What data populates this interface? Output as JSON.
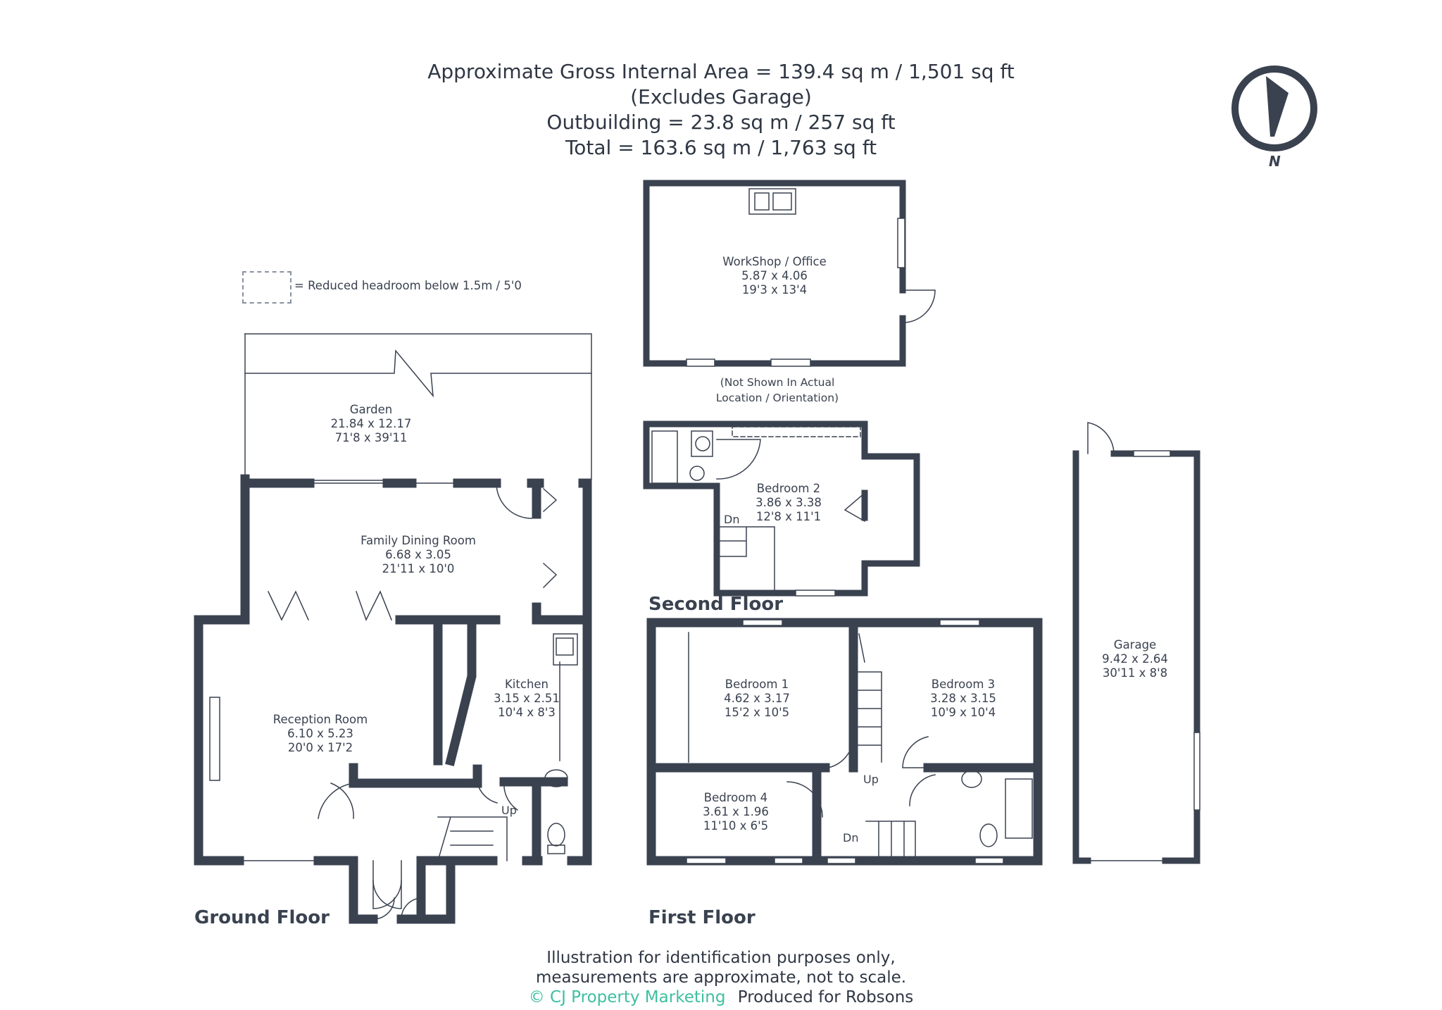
{
  "header": {
    "line1": "Approximate Gross Internal Area = 139.4 sq m / 1,501 sq ft",
    "line2": "(Excludes Garage)",
    "line3": "Outbuilding = 23.8 sq m / 257 sq ft",
    "line4": "Total = 163.6 sq m / 1,763 sq ft"
  },
  "compass": {
    "letter": "N",
    "icon": "north-arrow-icon"
  },
  "legend": {
    "text": "= Reduced headroom below 1.5m / 5'0"
  },
  "floors": {
    "ground": "Ground Floor",
    "first": "First Floor",
    "second": "Second Floor"
  },
  "rooms": {
    "workshop": {
      "name": "WorkShop / Office",
      "metric": "5.87 x 4.06",
      "imperial": "19'3 x 13'4"
    },
    "garden": {
      "name": "Garden",
      "metric": "21.84 x 12.17",
      "imperial": "71'8 x 39'11"
    },
    "dining": {
      "name": "Family Dining Room",
      "metric": "6.68 x 3.05",
      "imperial": "21'11 x 10'0"
    },
    "reception": {
      "name": "Reception Room",
      "metric": "6.10 x 5.23",
      "imperial": "20'0 x 17'2"
    },
    "kitchen": {
      "name": "Kitchen",
      "metric": "3.15 x 2.51",
      "imperial": "10'4 x 8'3"
    },
    "bedroom2": {
      "name": "Bedroom 2",
      "metric": "3.86 x 3.38",
      "imperial": "12'8 x 11'1"
    },
    "bedroom1": {
      "name": "Bedroom 1",
      "metric": "4.62 x 3.17",
      "imperial": "15'2 x 10'5"
    },
    "bedroom3": {
      "name": "Bedroom 3",
      "metric": "3.28 x 3.15",
      "imperial": "10'9 x 10'4"
    },
    "bedroom4": {
      "name": "Bedroom 4",
      "metric": "3.61 x 1.96",
      "imperial": "11'10 x 6'5"
    },
    "garage": {
      "name": "Garage",
      "metric": "9.42 x 2.64",
      "imperial": "30'11 x 8'8"
    }
  },
  "notes": {
    "outbuilding1": "(Not Shown In Actual",
    "outbuilding2": "Location / Orientation)"
  },
  "stairs": {
    "ground_up": "Up",
    "first_up": "Up",
    "first_dn": "Dn",
    "second_dn": "Dn"
  },
  "footer": {
    "line1": "Illustration for identification purposes only,",
    "line2": "measurements are approximate, not to scale.",
    "brand": "© CJ Property Marketing",
    "produced": "Produced for Robsons"
  },
  "colors": {
    "wall": "#3a4250",
    "accent": "#3ebfa0",
    "text": "#2f3744"
  }
}
